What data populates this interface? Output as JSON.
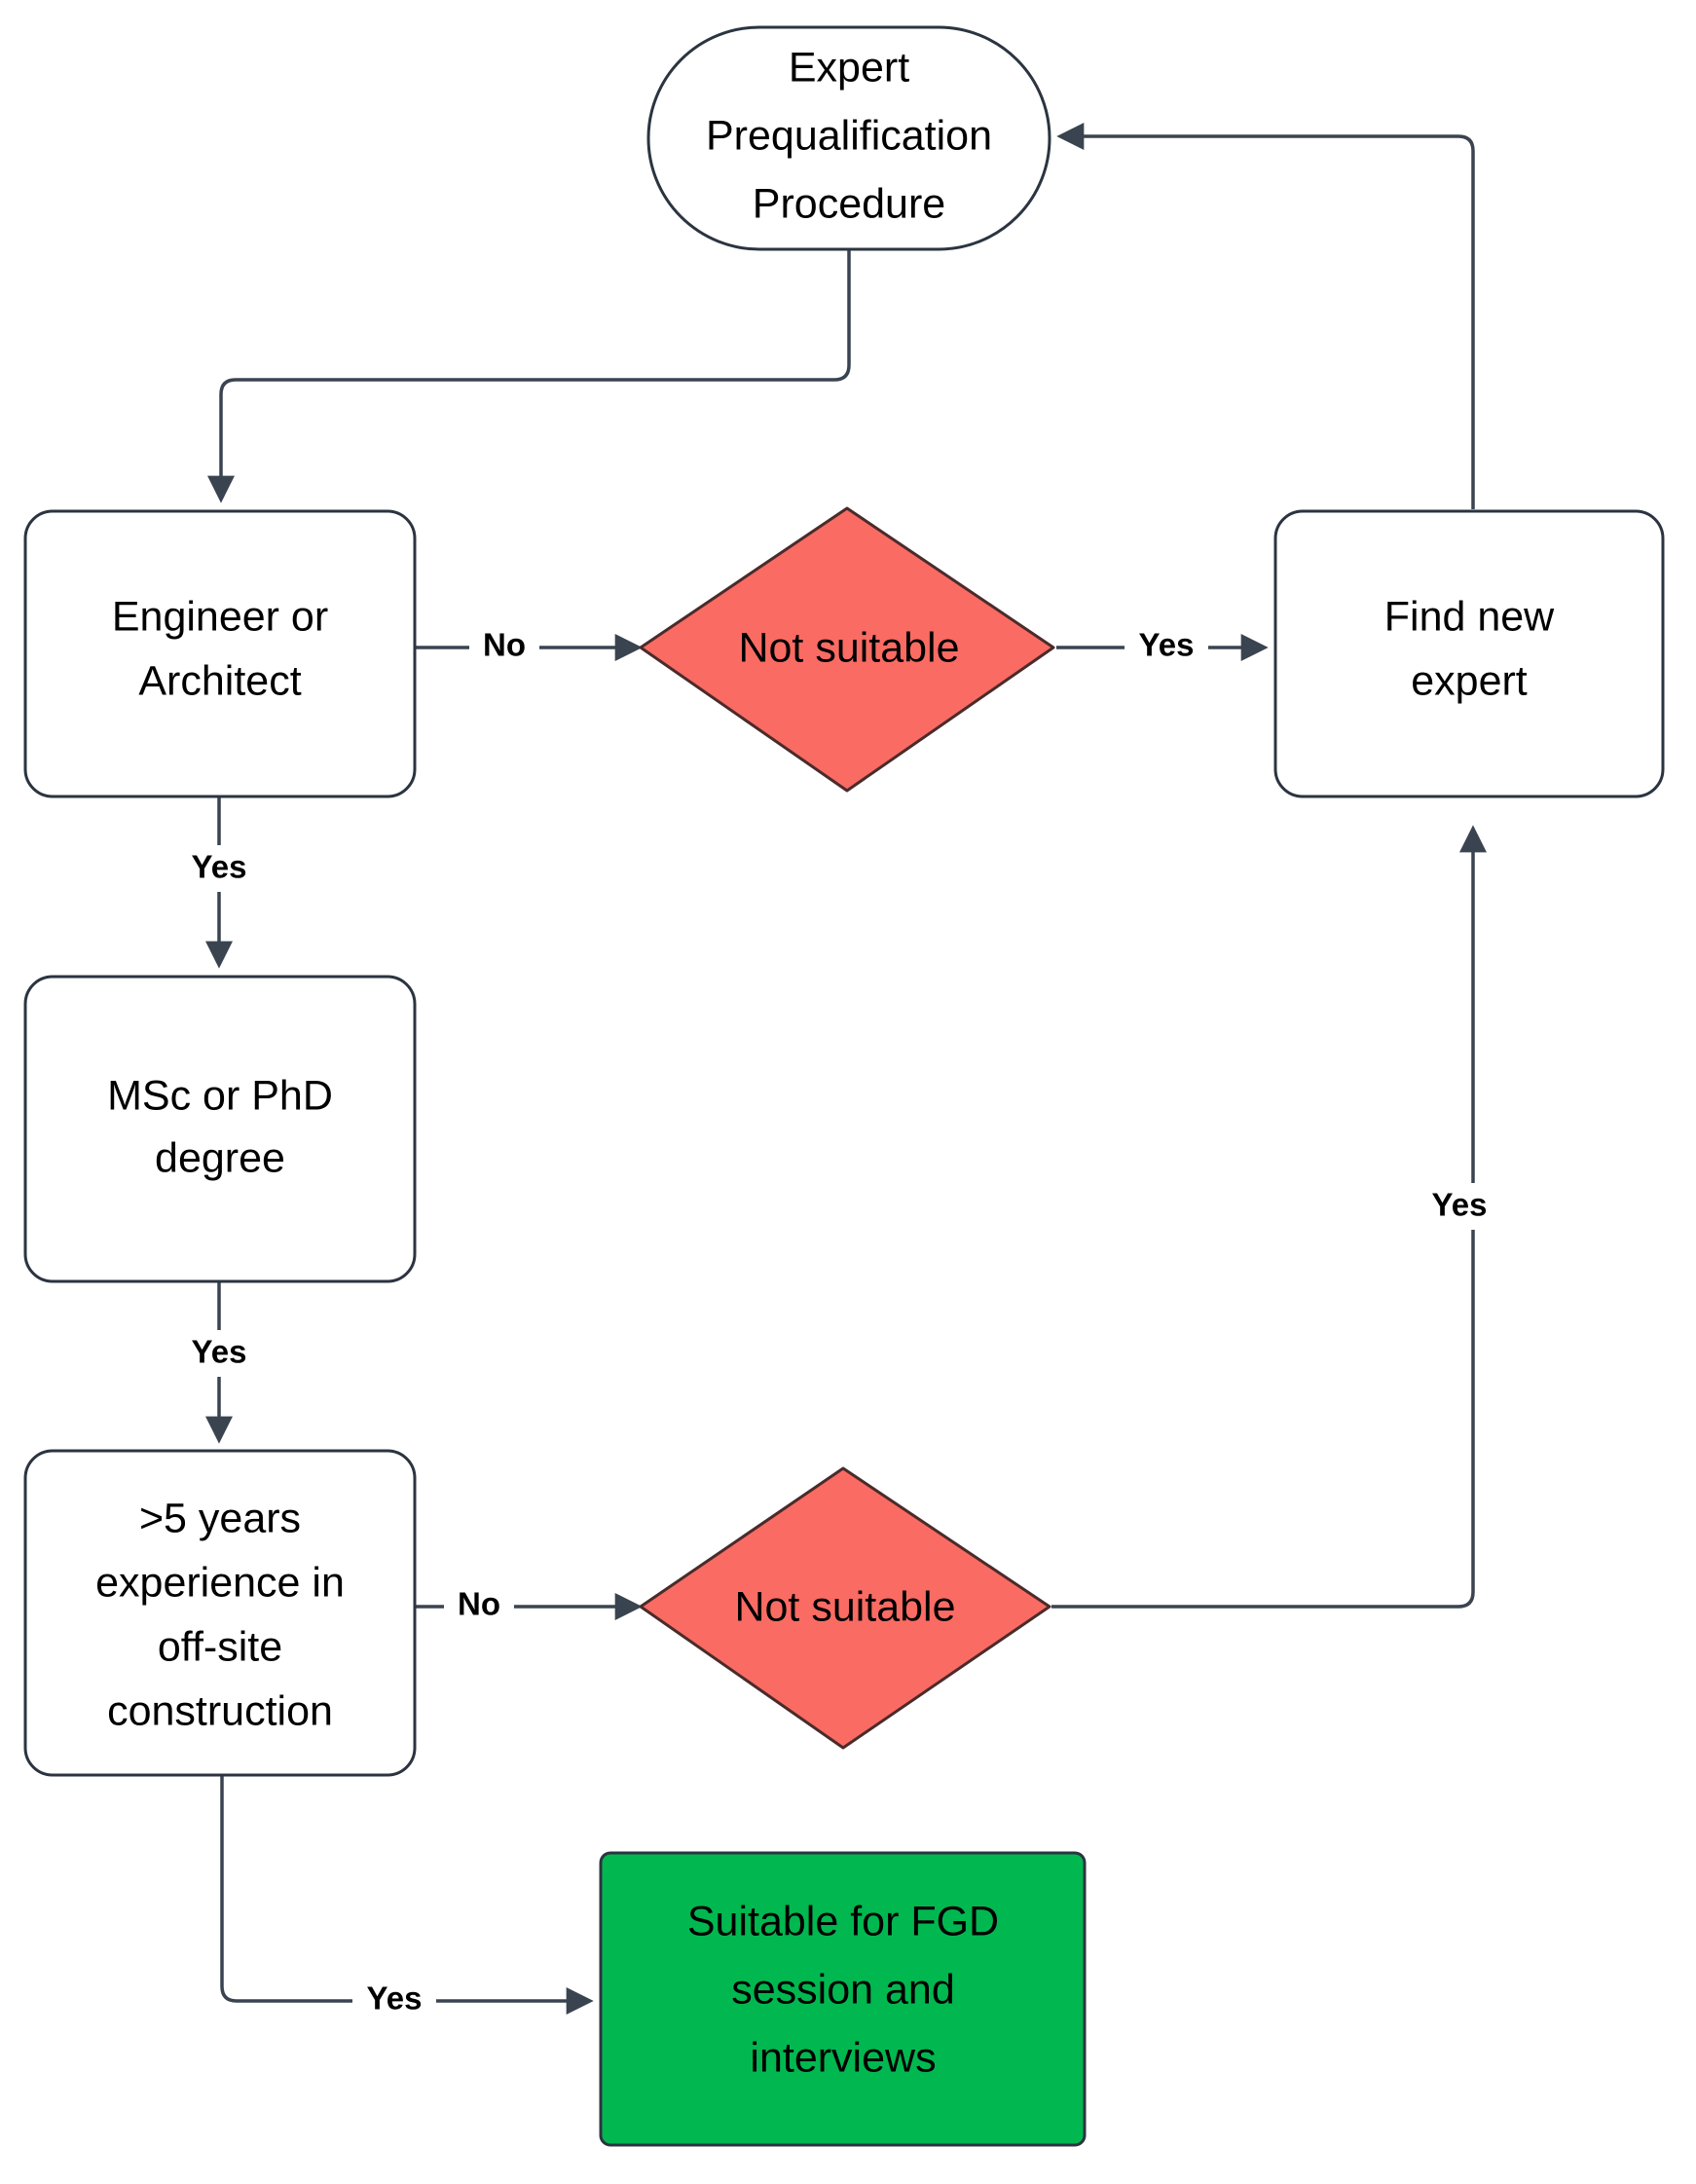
{
  "diagram": {
    "title": "Expert Prequalification Procedure flowchart",
    "background_color": "#ffffff",
    "colors": {
      "node_fill": "#ffffff",
      "node_stroke": "#2b3440",
      "decision_fill": "#fa6b63",
      "decision_stroke": "#4a2b2b",
      "success_fill": "#00b84f",
      "edge_stroke": "#3a4450",
      "text": "#000000"
    },
    "nodes": {
      "start": {
        "id": "start",
        "shape": "stadium",
        "lines": [
          "Expert",
          "Prequalification",
          "Procedure"
        ]
      },
      "engineer": {
        "id": "engineer",
        "shape": "rounded-rect",
        "lines": [
          "Engineer or",
          "Architect"
        ]
      },
      "not_suitable_1": {
        "id": "not-suitable-1",
        "shape": "diamond",
        "lines": [
          "Not suitable"
        ]
      },
      "find_new_expert": {
        "id": "find-new-expert",
        "shape": "rounded-rect",
        "lines": [
          "Find new",
          "expert"
        ]
      },
      "degree": {
        "id": "degree",
        "shape": "rounded-rect",
        "lines": [
          "MSc or PhD",
          "degree"
        ]
      },
      "experience": {
        "id": "experience",
        "shape": "rounded-rect",
        "lines": [
          ">5 years",
          "experience in",
          "off-site",
          "construction"
        ]
      },
      "not_suitable_2": {
        "id": "not-suitable-2",
        "shape": "diamond",
        "lines": [
          "Not suitable"
        ]
      },
      "suitable": {
        "id": "suitable",
        "shape": "rect",
        "lines": [
          "Suitable for FGD",
          "session and",
          "interviews"
        ]
      }
    },
    "edge_labels": {
      "engineer_no": "No",
      "notsuitable1_yes": "Yes",
      "engineer_yes": "Yes",
      "degree_yes": "Yes",
      "experience_no": "No",
      "notsuitable2_yes": "Yes",
      "experience_yes": "Yes"
    },
    "edges": [
      {
        "from": "start",
        "to": "engineer",
        "label": ""
      },
      {
        "from": "engineer",
        "to": "not_suitable_1",
        "label": "No"
      },
      {
        "from": "not_suitable_1",
        "to": "find_new_expert",
        "label": "Yes"
      },
      {
        "from": "find_new_expert",
        "to": "start",
        "label": ""
      },
      {
        "from": "engineer",
        "to": "degree",
        "label": "Yes"
      },
      {
        "from": "degree",
        "to": "experience",
        "label": "Yes"
      },
      {
        "from": "experience",
        "to": "not_suitable_2",
        "label": "No"
      },
      {
        "from": "not_suitable_2",
        "to": "find_new_expert",
        "label": "Yes"
      },
      {
        "from": "experience",
        "to": "suitable",
        "label": "Yes"
      }
    ]
  }
}
